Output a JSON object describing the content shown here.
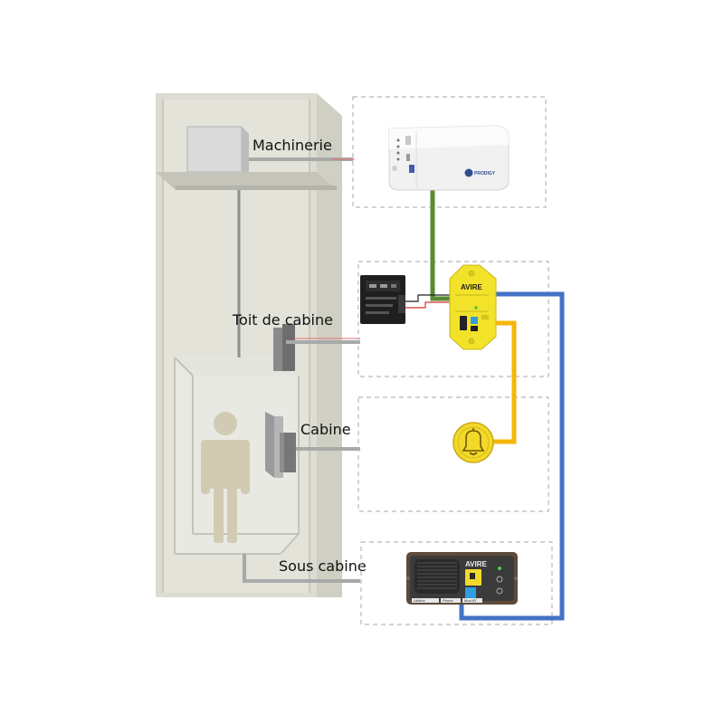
{
  "labels": {
    "machine_room": "Machinerie",
    "car_roof": "Toit de cabine",
    "car": "Cabine",
    "under_car": "Sous cabine"
  },
  "devices": {
    "controller_brand": "PRODIGY",
    "roof_unit_brand": "AVIRE",
    "under_car_brand": "AVIRE",
    "under_car_button_labels": [
      "Lifeline",
      "Phone",
      "Mod.BT"
    ]
  },
  "icons": {
    "alarm_button": "bell-icon",
    "person": "person-icon"
  },
  "colors": {
    "green_cable": "#5a8a32",
    "yellow_cable": "#f5b50a",
    "blue_cable": "#4472c4",
    "avire_yellow": "#f2e22a",
    "shaft_gray": "#dcdcd2"
  }
}
